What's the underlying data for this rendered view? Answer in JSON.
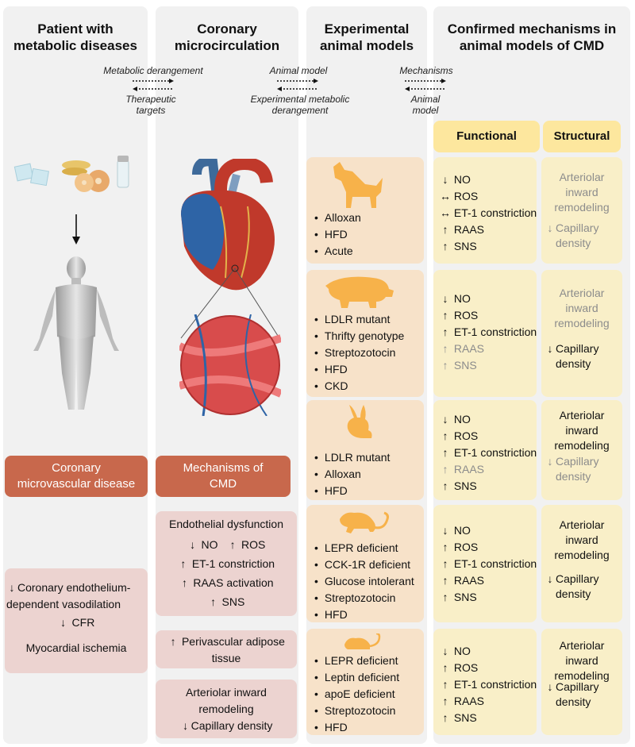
{
  "columns": {
    "patient": "Patient with metabolic diseases",
    "coronary": "Coronary microcirculation",
    "experimental": "Experimental animal models",
    "confirmed": "Confirmed mechanisms in animal models of CMD"
  },
  "arrows": {
    "metabolic_derangement": "Metabolic derangement",
    "therapeutic_targets": "Therapeutic targets",
    "animal_model": "Animal model",
    "experimental_derangement": "Experimental metabolic derangement",
    "mechanisms": "Mechanisms",
    "animal_model_2": "Animal model"
  },
  "headers": {
    "functional": "Functional",
    "structural": "Structural"
  },
  "patient": {
    "disease_box": "Coronary microvascular disease",
    "outcomes": [
      "Coronary endothelium-dependent vasodilation",
      "CFR",
      "Myocardial ischemia"
    ]
  },
  "coronary": {
    "mechanisms_box": "Mechanisms of CMD",
    "endothelial_title": "Endothelial dysfunction",
    "endothelial": {
      "no": "NO",
      "ros": "ROS",
      "et1": "ET-1 constriction",
      "raas": "RAAS activation",
      "sns": "SNS"
    },
    "perivascular": "Perivascular adipose tissue",
    "structural_1": "Arteriolar inward remodeling",
    "structural_2": "Capillary density"
  },
  "models": [
    {
      "animal": "dog-icon",
      "items": [
        "Alloxan",
        "HFD",
        "Acute"
      ],
      "functional": [
        {
          "dir": "down",
          "label": "NO",
          "grey": false
        },
        {
          "dir": "both",
          "label": "ROS",
          "grey": false
        },
        {
          "dir": "both",
          "label": "ET-1 constriction",
          "grey": false
        },
        {
          "dir": "up",
          "label": "RAAS",
          "grey": false
        },
        {
          "dir": "up",
          "label": "SNS",
          "grey": false
        }
      ],
      "remodeling": {
        "label": "Arteriolar inward remodeling",
        "grey": true
      },
      "capillary": {
        "label": "Capillary density",
        "grey": true
      }
    },
    {
      "animal": "pig-icon",
      "items": [
        "LDLR mutant",
        "Thrifty genotype",
        "Streptozotocin",
        "HFD",
        "CKD"
      ],
      "functional": [
        {
          "dir": "down",
          "label": "NO",
          "grey": false
        },
        {
          "dir": "up",
          "label": "ROS",
          "grey": false
        },
        {
          "dir": "up",
          "label": "ET-1 constriction",
          "grey": false
        },
        {
          "dir": "up",
          "label": "RAAS",
          "grey": true
        },
        {
          "dir": "up",
          "label": "SNS",
          "grey": true
        }
      ],
      "remodeling": {
        "label": "Arteriolar inward remodeling",
        "grey": true
      },
      "capillary": {
        "label": "Capillary density",
        "grey": false
      }
    },
    {
      "animal": "rabbit-icon",
      "items": [
        "LDLR mutant",
        "Alloxan",
        "HFD"
      ],
      "functional": [
        {
          "dir": "down",
          "label": "NO",
          "grey": false
        },
        {
          "dir": "up",
          "label": "ROS",
          "grey": false
        },
        {
          "dir": "up",
          "label": "ET-1 constriction",
          "grey": false
        },
        {
          "dir": "up",
          "label": "RAAS",
          "grey": true
        },
        {
          "dir": "up",
          "label": "SNS",
          "grey": false
        }
      ],
      "remodeling": {
        "label": "Arteriolar inward remodeling",
        "grey": false
      },
      "capillary": {
        "label": "Capillary density",
        "grey": true
      }
    },
    {
      "animal": "rat-icon",
      "items": [
        "LEPR deficient",
        "CCK-1R deficient",
        "Glucose intolerant",
        "Streptozotocin",
        "HFD"
      ],
      "functional": [
        {
          "dir": "down",
          "label": "NO",
          "grey": false
        },
        {
          "dir": "up",
          "label": "ROS",
          "grey": false
        },
        {
          "dir": "up",
          "label": "ET-1 constriction",
          "grey": false
        },
        {
          "dir": "up",
          "label": "RAAS",
          "grey": false
        },
        {
          "dir": "up",
          "label": "SNS",
          "grey": false
        }
      ],
      "remodeling": {
        "label": "Arteriolar inward remodeling",
        "grey": false
      },
      "capillary": {
        "label": "Capillary density",
        "grey": false
      }
    },
    {
      "animal": "mouse-icon",
      "items": [
        "LEPR deficient",
        "Leptin deficient",
        "apoE deficient",
        "Streptozotocin",
        "HFD"
      ],
      "functional": [
        {
          "dir": "down",
          "label": "NO",
          "grey": false
        },
        {
          "dir": "up",
          "label": "ROS",
          "grey": false
        },
        {
          "dir": "up",
          "label": "ET-1 constriction",
          "grey": false
        },
        {
          "dir": "up",
          "label": "RAAS",
          "grey": false
        },
        {
          "dir": "up",
          "label": "SNS",
          "grey": false
        }
      ],
      "remodeling": {
        "label": "Arteriolar inward remodeling",
        "grey": false
      },
      "capillary": {
        "label": "Capillary density",
        "grey": false
      }
    }
  ],
  "colors": {
    "animal": "#f7b24a",
    "disease_box": "#c8684c",
    "grey_text": "#8c8c8c"
  }
}
